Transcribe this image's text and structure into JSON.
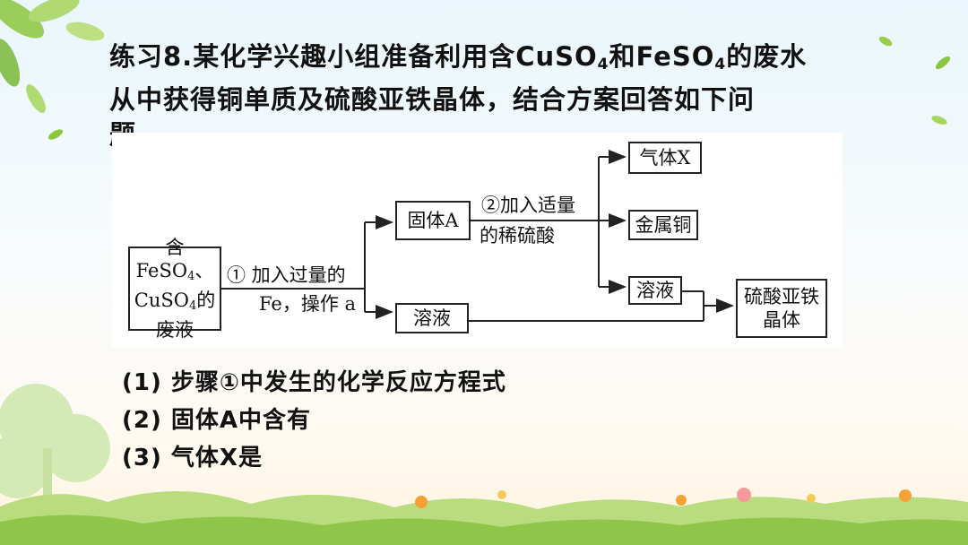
{
  "slide": {
    "title_line1_a": "练习8.某化学兴趣小组准备利用含CuSO",
    "title_sub1": "4",
    "title_line1_b": "和FeSO",
    "title_sub2": "4",
    "title_line1_c": "的废水",
    "title_line2": "从中获得铜单质及硫酸亚铁晶体，结合方案回答如下问",
    "title_line3": "题"
  },
  "diagram": {
    "waste_line1_a": "含FeSO",
    "waste_sub1": "4",
    "waste_line1_b": "、",
    "waste_line2_a": "CuSO",
    "waste_sub2": "4",
    "waste_line2_b": "的",
    "waste_line3": "废液",
    "step1_line1": "① 加入过量的",
    "step1_line2": "Fe，操作 a",
    "solid_a": "固体A",
    "solution_1": "溶液",
    "step2_line1": "②加入适量",
    "step2_line2": "的稀硫酸",
    "gas_x": "气体X",
    "copper": "金属铜",
    "solution_2": "溶液",
    "product_line1": "硫酸亚铁",
    "product_line2": "晶体"
  },
  "questions": [
    {
      "text": "(1) 步骤①中发生的化学反应方程式"
    },
    {
      "text": "(2) 固体A中含有"
    },
    {
      "text": "(3) 气体X是"
    }
  ],
  "colors": {
    "leaf": "#8cc63f",
    "grass": "#9acd4a",
    "accent_orange": "#f4a236"
  }
}
